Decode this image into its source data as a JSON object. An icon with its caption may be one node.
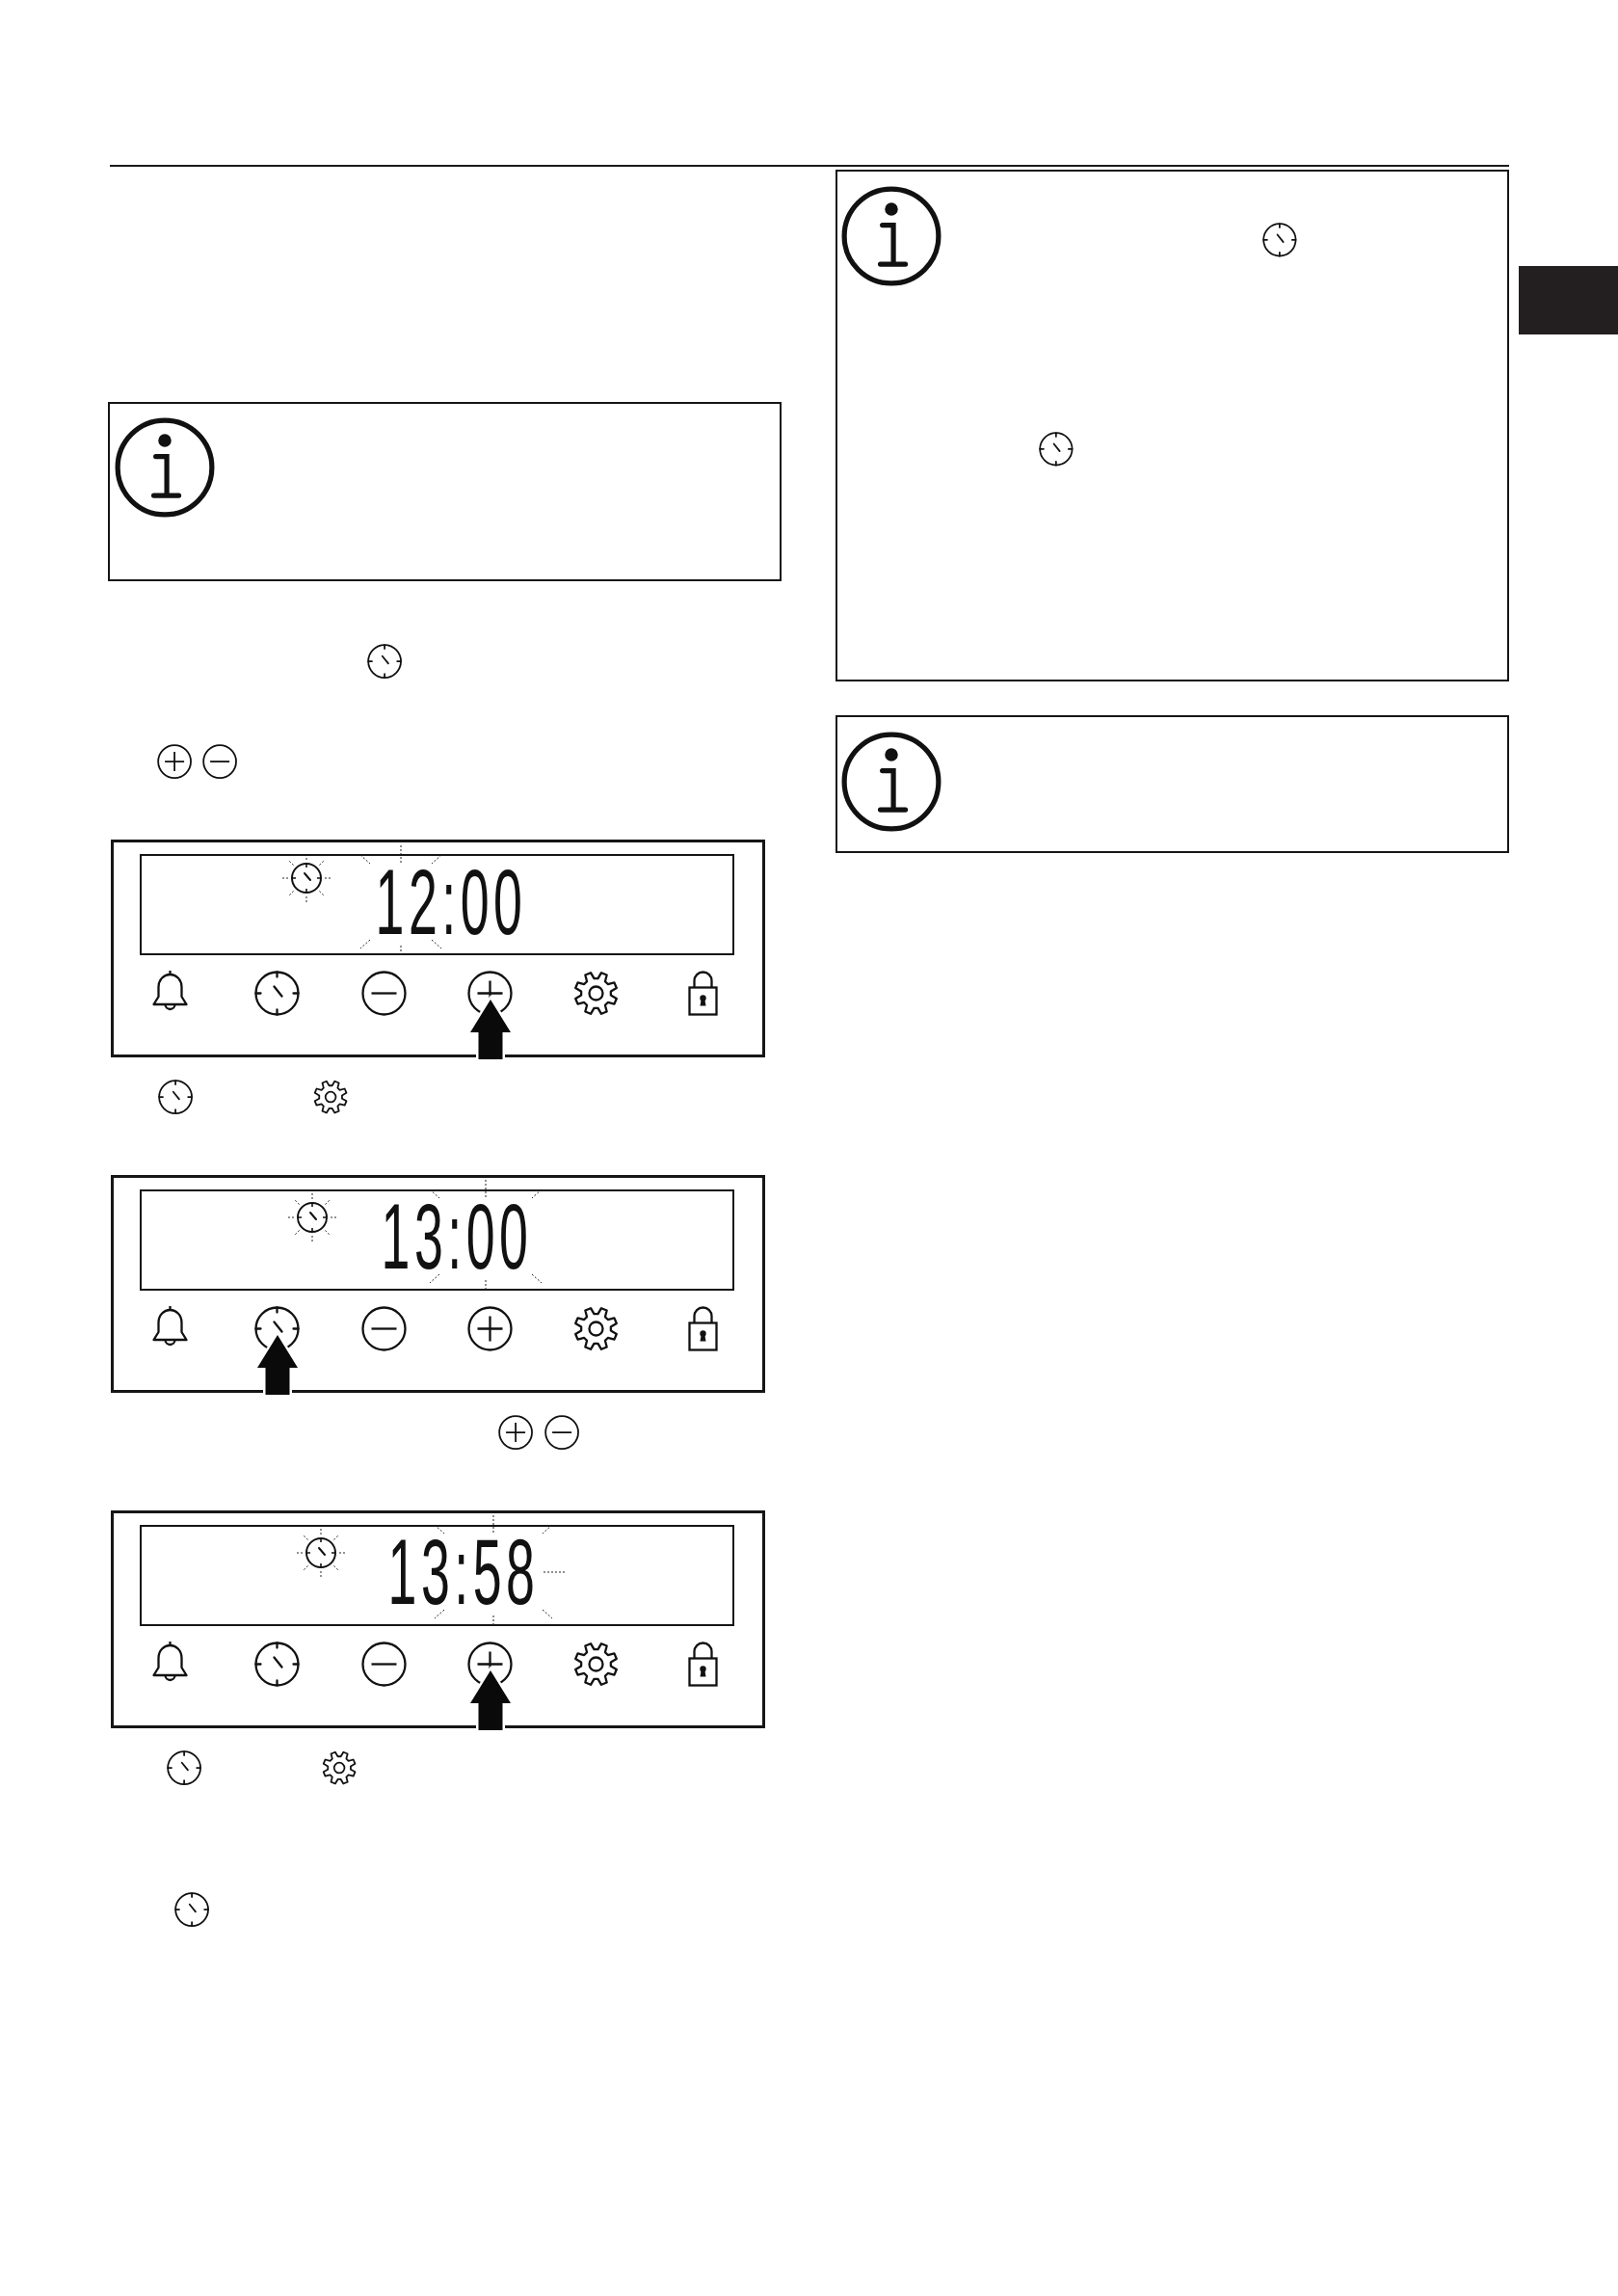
{
  "diagram": {
    "nodes": [
      {
        "text": [],
        "shape": "box"
      },
      {
        "text": [],
        "shape": "box"
      },
      {
        "text": [
          "12:00"
        ],
        "in": 1
      },
      {
        "text": [],
        "shape": "box"
      },
      {
        "text": [
          "13:00"
        ],
        "in": 3
      },
      {
        "text": [],
        "shape": "box"
      },
      {
        "text": [
          "13:58"
        ],
        "in": 5
      },
      {
        "text": [],
        "shape": "box"
      },
      {
        "text": [],
        "shape": "box"
      }
    ]
  }
}
